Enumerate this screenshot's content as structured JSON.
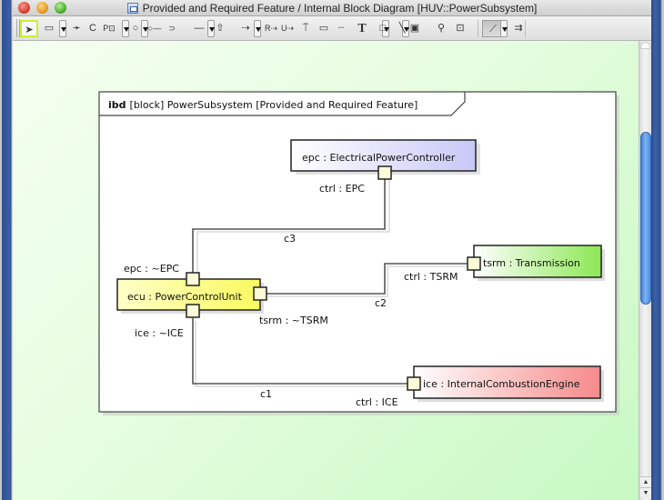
{
  "window": {
    "title": "Provided and Required Feature / Internal Block Diagram [HUV::PowerSubsystem]",
    "title_icon": "diagram-icon",
    "controls": [
      "close",
      "minimize",
      "zoom"
    ]
  },
  "toolbar": {
    "tools": [
      {
        "name": "select-tool",
        "icon": "arrow-pointer-icon",
        "glyph": "➤",
        "selected": true
      },
      {
        "name": "part-property-tool",
        "icon": "part-icon",
        "glyph": "▭",
        "dropdown": true
      },
      {
        "name": "connector-tool",
        "icon": "connector-arrow-icon",
        "glyph": "➛"
      },
      {
        "name": "constraint-tool",
        "icon": "c-underline-icon",
        "glyph": "C"
      },
      {
        "name": "port-tool",
        "icon": "port-icon",
        "glyph": "P⊡",
        "dropdown": true
      },
      {
        "name": "interface-tool",
        "icon": "lollipop-icon",
        "glyph": "○",
        "dropdown": true
      },
      {
        "name": "provided-interface-tool",
        "icon": "provided-interface-icon",
        "glyph": "○—"
      },
      {
        "name": "required-interface-tool",
        "icon": "required-interface-icon",
        "glyph": "⊃—"
      },
      {
        "name": "line-tool",
        "icon": "line-icon",
        "glyph": "—",
        "dropdown": true
      },
      {
        "name": "generalization-tool",
        "icon": "up-arrow-icon",
        "glyph": "⇧"
      },
      {
        "name": "dependency-tool",
        "icon": "dashed-arrow-icon",
        "glyph": "⇢",
        "dropdown": true
      },
      {
        "name": "realization-tool",
        "icon": "r-arrow-icon",
        "glyph": "R⇢"
      },
      {
        "name": "usage-tool",
        "icon": "u-arrow-icon",
        "glyph": "U⇢"
      },
      {
        "name": "pin-tool",
        "icon": "pin-icon",
        "glyph": "⍑"
      },
      {
        "name": "note-tool",
        "icon": "note-icon",
        "glyph": "▭"
      },
      {
        "name": "anchor-tool",
        "icon": "dotted-line-icon",
        "glyph": "┈"
      },
      {
        "name": "text-tool",
        "icon": "text-icon",
        "glyph": "T",
        "dropdown": true
      },
      {
        "name": "rectangle-tool",
        "icon": "rectangle-icon",
        "glyph": "□",
        "dropdown": true
      },
      {
        "name": "separator-line-tool",
        "icon": "diagonal-line-icon",
        "glyph": "╲"
      },
      {
        "name": "image-tool",
        "icon": "image-icon",
        "glyph": "▣"
      },
      {
        "name": "pattern-tool",
        "icon": "pattern-icon",
        "glyph": "⚲"
      },
      {
        "name": "display-ports-tool",
        "icon": "dot-square-icon",
        "glyph": "⊡"
      },
      {
        "name": "path-style-tool",
        "icon": "path-style-icon",
        "glyph": "⟋",
        "pressed": true,
        "dropdown": true
      },
      {
        "name": "layout-tool",
        "icon": "layout-icon",
        "glyph": "⇉"
      }
    ]
  },
  "diagram": {
    "frame": {
      "kind": "ibd",
      "header": "[block] PowerSubsystem [Provided and Required Feature]"
    },
    "parts": [
      {
        "id": "epc",
        "label": "epc : ElectricalPowerController",
        "fill": "#c8c8f8"
      },
      {
        "id": "ecu",
        "label": "ecu : PowerControlUnit",
        "fill": "#fafa60"
      },
      {
        "id": "tsrm",
        "label": "tsrm : Transmission",
        "fill": "#8ce854"
      },
      {
        "id": "ice",
        "label": "ice : InternalCombustionEngine",
        "fill": "#f58a8a"
      }
    ],
    "ports": [
      {
        "id": "epc-ctrl",
        "label": "ctrl : EPC"
      },
      {
        "id": "ecu-epc",
        "label": "epc : ~EPC"
      },
      {
        "id": "ecu-tsrm",
        "label": "tsrm : ~TSRM"
      },
      {
        "id": "ecu-ice",
        "label": "ice : ~ICE"
      },
      {
        "id": "tsrm-ctrl",
        "label": "ctrl : TSRM"
      },
      {
        "id": "ice-ctrl",
        "label": "ctrl : ICE"
      }
    ],
    "connectors": [
      {
        "id": "c1",
        "label": "c1",
        "from": "ecu-ice",
        "to": "ice-ctrl"
      },
      {
        "id": "c2",
        "label": "c2",
        "from": "ecu-tsrm",
        "to": "tsrm-ctrl"
      },
      {
        "id": "c3",
        "label": "c3",
        "from": "ecu-epc",
        "to": "epc-ctrl"
      }
    ]
  },
  "colors": {
    "port_fill": "#fdfcd8",
    "canvas_bg_light": "#f4fff0",
    "canvas_bg_dark": "#c7f9c2",
    "scroll_thumb": "#4b8ae0"
  }
}
